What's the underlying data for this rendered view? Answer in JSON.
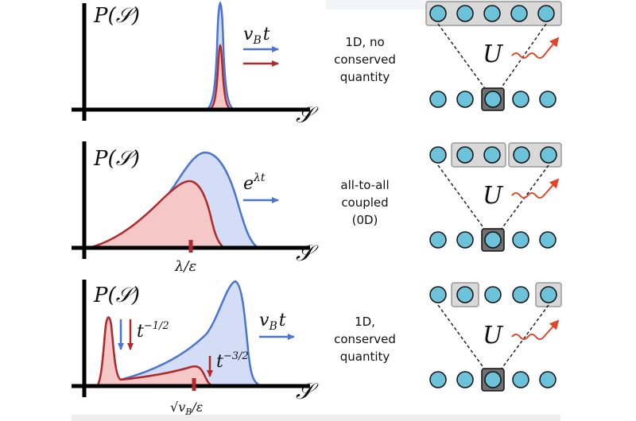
{
  "panels": [
    {
      "id": "top",
      "y_label": "P(𝒮)",
      "x_label": "𝒮",
      "arrow_label": "v",
      "arrow_label_sub": "B",
      "arrow_label_tail": "t",
      "caption": [
        "1D, no",
        "conserved",
        "quantity"
      ],
      "gate_label": "U"
    },
    {
      "id": "middle",
      "y_label": "P(𝒮)",
      "x_label": "𝒮",
      "arrow_label": "e",
      "arrow_label_sup": "λt",
      "tick_label": "λ/ε",
      "caption": [
        "all-to-all",
        "coupled",
        "(0D)"
      ],
      "gate_label": "U"
    },
    {
      "id": "bottom",
      "y_label": "P(𝒮)",
      "x_label": "𝒮",
      "arrow_label": "v",
      "arrow_label_sub": "B",
      "arrow_label_tail": "t",
      "decay1_base": "t",
      "decay1_exp": "−1/2",
      "decay2_base": "t",
      "decay2_exp": "−3/2",
      "tick_label": "√v",
      "tick_label_sub": "B",
      "tick_label_tail": "/ε",
      "caption": [
        "1D,",
        "conserved",
        "quantity"
      ],
      "gate_label": "U"
    }
  ],
  "colors": {
    "blue_line": "#4a74d4",
    "blue_fill": "#d4ddf6",
    "red_line": "#b02a2a",
    "red_fill": "#f5c7c7",
    "qubit": "#6cc3d9",
    "box": "#d9d9d9",
    "gate": "#707070"
  }
}
